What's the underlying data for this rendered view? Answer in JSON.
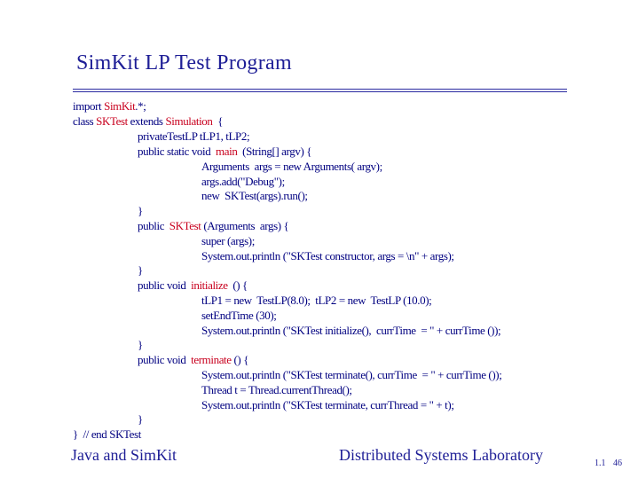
{
  "slide": {
    "title": "SimKit LP Test Program",
    "footer_left": "Java and SimKit",
    "footer_right": "Distributed Systems Laboratory",
    "section_number": "1.1",
    "page_number": "46"
  },
  "code": {
    "l1a": "import ",
    "l1b": "SimKit",
    "l1c": ".*;",
    "l2a": "class ",
    "l2b": "SKTest",
    "l2c": " extends ",
    "l2d": "Simulation",
    "l2e": "  {",
    "l3": "privateTestLP tLP1, tLP2;",
    "l4a": "public static void  ",
    "l4b": "main",
    "l4c": "  (String[] argv) {",
    "l5": "Arguments  args = new Arguments( argv);",
    "l6": "args.add(\"Debug\");",
    "l7": "new  SKTest(args).run();",
    "l8": "}",
    "l9a": "public  ",
    "l9b": "SKTest",
    "l9c": " (Arguments  args) {",
    "l10": "super (args);",
    "l11": "System.out.println (\"SKTest constructor, args = \\n\" + args);",
    "l12": "}",
    "l13a": "public void  ",
    "l13b": "initialize",
    "l13c": "  () {",
    "l14": "tLP1 = new  TestLP(8.0);  tLP2 = new  TestLP (10.0);",
    "l15": "setEndTime (30);",
    "l16": "System.out.println (\"SKTest initialize(),  currTime  = \" + currTime ());",
    "l17": "}",
    "l18a": "public void  ",
    "l18b": "terminate",
    "l18c": " () {",
    "l19": "System.out.println (\"SKTest terminate(), currTime  = \" + currTime ());",
    "l20": "Thread t = Thread.currentThread();",
    "l21": "System.out.println (\"SKTest terminate, currThread = \" + t);",
    "l22": "}",
    "l23": "}  // end SKTest"
  }
}
